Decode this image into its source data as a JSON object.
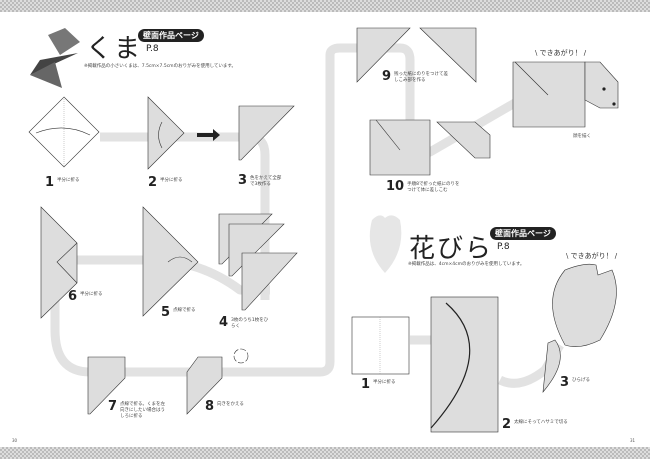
{
  "kuma": {
    "title": "くま",
    "badge": "壁面作品ページ",
    "page_ref": "P.8",
    "note": "※掲載作品の小さいくまは、7.5cm×7.5cmのおりがみを使用しています。",
    "steps": [
      {
        "n": "1",
        "text": "半分に折る"
      },
      {
        "n": "2",
        "text": "半分に折る"
      },
      {
        "n": "3",
        "text": "色をかえて全部で3枚作る"
      },
      {
        "n": "4",
        "text": "3枚のうち1枚をひらく"
      },
      {
        "n": "5",
        "text": "点線で折る"
      },
      {
        "n": "6",
        "text": "半分に折る"
      },
      {
        "n": "7",
        "text": "点線で折る。くまを左向きにしたい場合はうしろに折る"
      },
      {
        "n": "8",
        "text": "向きをかえる"
      },
      {
        "n": "9",
        "text": "残った紙にのりをつけて差しこみ部を作る"
      },
      {
        "n": "10",
        "text": "手順8で折った紙にのりをつけて体に差しこむ"
      }
    ],
    "finish": "\\ できあがり！ /",
    "face_note": "顔を描く"
  },
  "petal": {
    "title": "花びら",
    "badge": "壁面作品ページ",
    "page_ref": "P.8",
    "note": "※掲載作品は、4cm×4cmのおりがみを使用しています。",
    "steps": [
      {
        "n": "1",
        "text": "半分に折る"
      },
      {
        "n": "2",
        "text": "太線にそってハサミで切る"
      },
      {
        "n": "3",
        "text": "ひらげる"
      }
    ],
    "finish": "\\ できあがり！ /"
  },
  "page_numbers": {
    "left": "30",
    "right": "31"
  }
}
